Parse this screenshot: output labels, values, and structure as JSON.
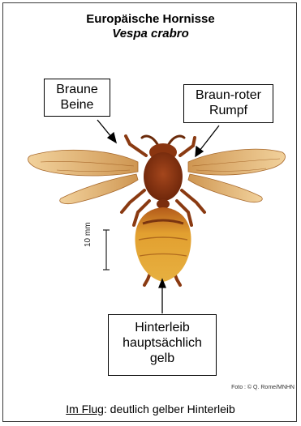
{
  "title": "Europäische Hornisse",
  "subtitle": "Vespa crabro",
  "labels": {
    "legs": [
      "Braune",
      "Beine"
    ],
    "thorax": [
      "Braun-roter",
      "Rumpf"
    ],
    "abdomen": [
      "Hinterleib",
      "hauptsächlich",
      "gelb"
    ]
  },
  "scale_bar": "10 mm",
  "photo_credit": "Foto : © Q. Rome/MNHN",
  "footer": {
    "prefix": "Im Flug",
    "suffix": ": deutlich gelber Hinterleib"
  },
  "colors": {
    "thorax": "#7a2e0e",
    "abdomen_yellow": "#e0a12c",
    "wings": "#d9a565"
  }
}
